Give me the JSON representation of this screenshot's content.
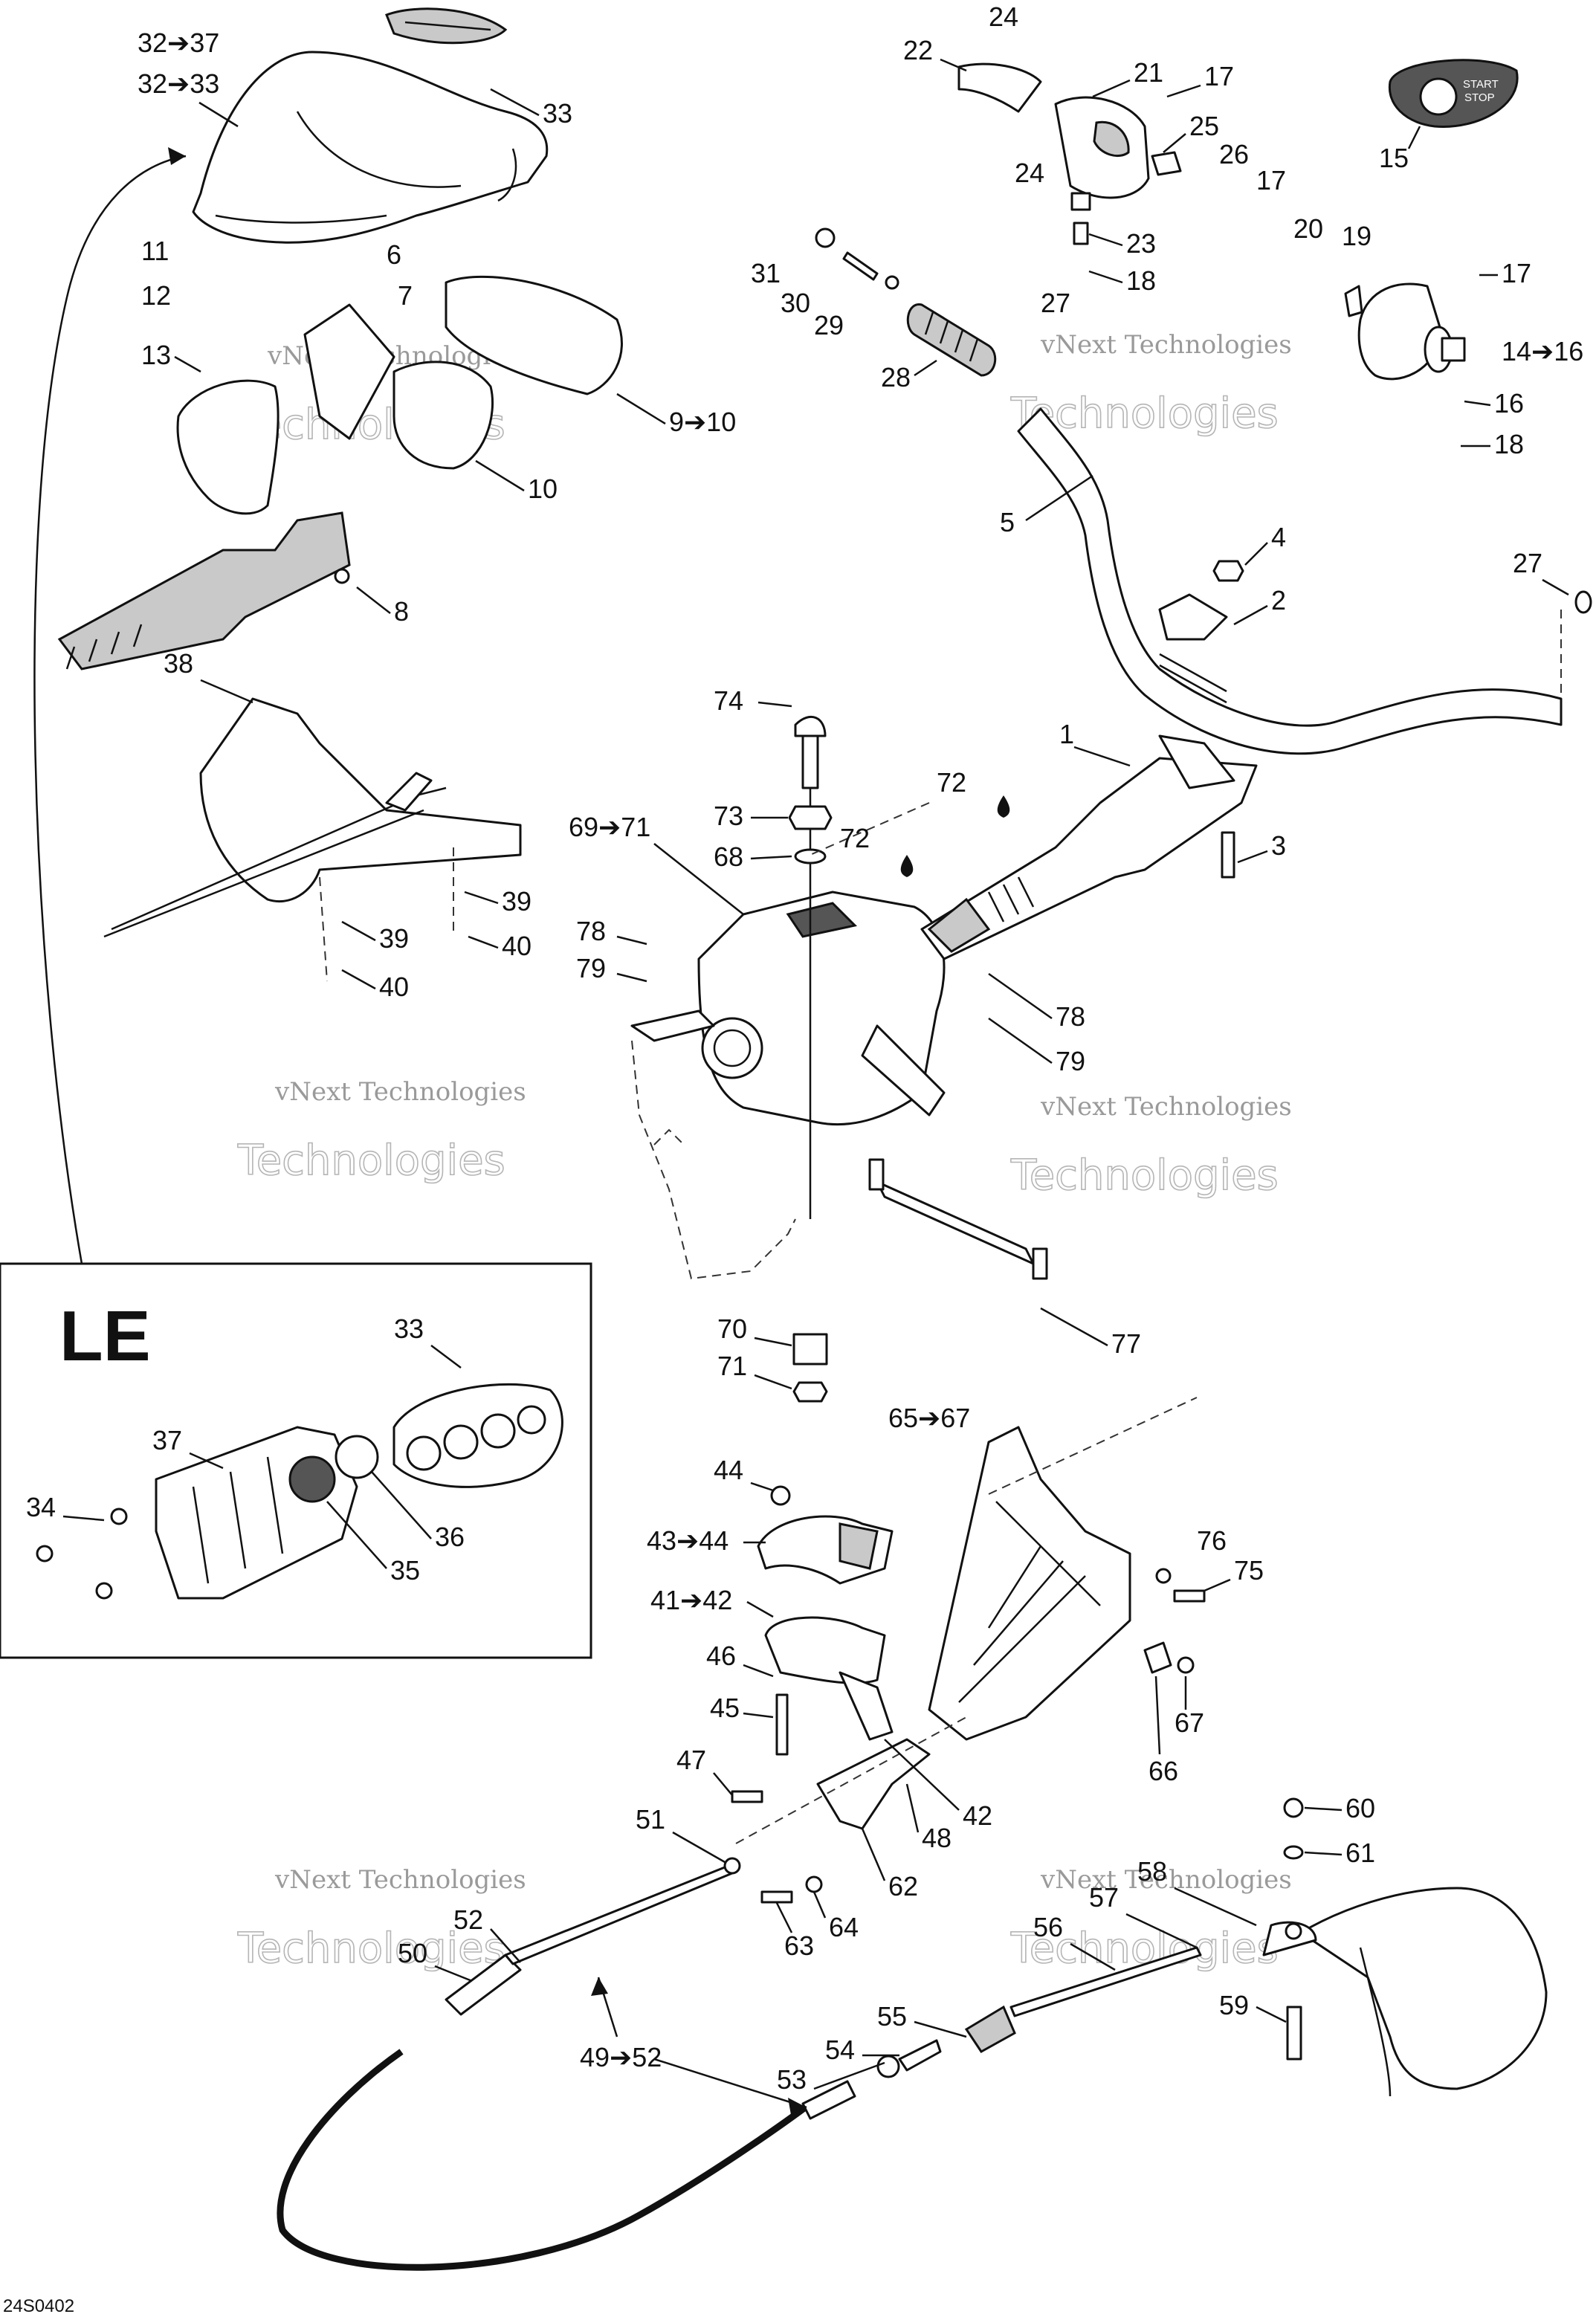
{
  "inset": {
    "title": "LE"
  },
  "drawing_code": "24S0402",
  "watermark": {
    "line1": "vNext Technologies",
    "line2": "Technologies"
  },
  "badge": {
    "line1": "START",
    "line2": "STOP"
  },
  "callouts": [
    {
      "id": "c1",
      "text": "32➔37"
    },
    {
      "id": "c2",
      "text": "32➔33"
    },
    {
      "id": "c3",
      "text": "33"
    },
    {
      "id": "c4",
      "text": "24"
    },
    {
      "id": "c5",
      "text": "22"
    },
    {
      "id": "c6",
      "text": "21"
    },
    {
      "id": "c7",
      "text": "17"
    },
    {
      "id": "c8",
      "text": "15"
    },
    {
      "id": "c9",
      "text": "25"
    },
    {
      "id": "c10",
      "text": "24"
    },
    {
      "id": "c11",
      "text": "26"
    },
    {
      "id": "c12",
      "text": "17"
    },
    {
      "id": "c13",
      "text": "23"
    },
    {
      "id": "c14",
      "text": "18"
    },
    {
      "id": "c15",
      "text": "20"
    },
    {
      "id": "c16",
      "text": "19"
    },
    {
      "id": "c17",
      "text": "17"
    },
    {
      "id": "c18",
      "text": "31"
    },
    {
      "id": "c19",
      "text": "30"
    },
    {
      "id": "c20",
      "text": "29"
    },
    {
      "id": "c21",
      "text": "27"
    },
    {
      "id": "c22",
      "text": "14➔16"
    },
    {
      "id": "c23",
      "text": "16"
    },
    {
      "id": "c24",
      "text": "18"
    },
    {
      "id": "c25",
      "text": "28"
    },
    {
      "id": "c26",
      "text": "11"
    },
    {
      "id": "c27",
      "text": "6"
    },
    {
      "id": "c28",
      "text": "12"
    },
    {
      "id": "c29",
      "text": "7"
    },
    {
      "id": "c30",
      "text": "13"
    },
    {
      "id": "c31",
      "text": "9➔10"
    },
    {
      "id": "c32",
      "text": "10"
    },
    {
      "id": "c33",
      "text": "5"
    },
    {
      "id": "c34",
      "text": "4"
    },
    {
      "id": "c35",
      "text": "27"
    },
    {
      "id": "c36",
      "text": "2"
    },
    {
      "id": "c37",
      "text": "8"
    },
    {
      "id": "c38",
      "text": "38"
    },
    {
      "id": "c39",
      "text": "74"
    },
    {
      "id": "c40",
      "text": "1"
    },
    {
      "id": "c41",
      "text": "72"
    },
    {
      "id": "c42",
      "text": "73"
    },
    {
      "id": "c43",
      "text": "72"
    },
    {
      "id": "c44",
      "text": "3"
    },
    {
      "id": "c45",
      "text": "69➔71"
    },
    {
      "id": "c46",
      "text": "68"
    },
    {
      "id": "c47",
      "text": "39"
    },
    {
      "id": "c48",
      "text": "40"
    },
    {
      "id": "c49",
      "text": "39"
    },
    {
      "id": "c50",
      "text": "40"
    },
    {
      "id": "c51",
      "text": "78"
    },
    {
      "id": "c52",
      "text": "79"
    },
    {
      "id": "c53",
      "text": "78"
    },
    {
      "id": "c54",
      "text": "79"
    },
    {
      "id": "c55",
      "text": "33"
    },
    {
      "id": "c56",
      "text": "70"
    },
    {
      "id": "c57",
      "text": "71"
    },
    {
      "id": "c58",
      "text": "77"
    },
    {
      "id": "c59",
      "text": "37"
    },
    {
      "id": "c60",
      "text": "34"
    },
    {
      "id": "c61",
      "text": "36"
    },
    {
      "id": "c62",
      "text": "35"
    },
    {
      "id": "c63",
      "text": "65➔67"
    },
    {
      "id": "c64",
      "text": "44"
    },
    {
      "id": "c65",
      "text": "43➔44"
    },
    {
      "id": "c66",
      "text": "41➔42"
    },
    {
      "id": "c67",
      "text": "76"
    },
    {
      "id": "c68",
      "text": "75"
    },
    {
      "id": "c69",
      "text": "46"
    },
    {
      "id": "c70",
      "text": "45"
    },
    {
      "id": "c71",
      "text": "67"
    },
    {
      "id": "c72",
      "text": "66"
    },
    {
      "id": "c73",
      "text": "47"
    },
    {
      "id": "c74",
      "text": "42"
    },
    {
      "id": "c75",
      "text": "48"
    },
    {
      "id": "c76",
      "text": "51"
    },
    {
      "id": "c77",
      "text": "62"
    },
    {
      "id": "c78",
      "text": "60"
    },
    {
      "id": "c79",
      "text": "61"
    },
    {
      "id": "c80",
      "text": "52"
    },
    {
      "id": "c81",
      "text": "58"
    },
    {
      "id": "c82",
      "text": "57"
    },
    {
      "id": "c83",
      "text": "63"
    },
    {
      "id": "c84",
      "text": "64"
    },
    {
      "id": "c85",
      "text": "56"
    },
    {
      "id": "c86",
      "text": "50"
    },
    {
      "id": "c87",
      "text": "59"
    },
    {
      "id": "c88",
      "text": "55"
    },
    {
      "id": "c89",
      "text": "54"
    },
    {
      "id": "c90",
      "text": "49➔52"
    },
    {
      "id": "c91",
      "text": "53"
    }
  ]
}
